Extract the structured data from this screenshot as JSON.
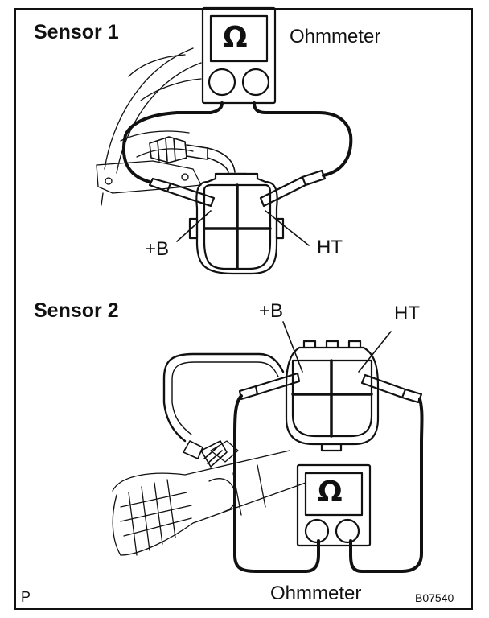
{
  "sensor1": {
    "title": "Sensor 1",
    "meter_label": "Ohmmeter",
    "meter_symbol": "Ω",
    "pin_left": "+B",
    "pin_right": "HT"
  },
  "sensor2": {
    "title": "Sensor 2",
    "meter_label": "Ohmmeter",
    "meter_symbol": "Ω",
    "pin_left": "+B",
    "pin_right": "HT"
  },
  "footer": {
    "corner_mark": "P",
    "figure_code": "B07540"
  },
  "colors": {
    "ink": "#111111",
    "paper": "#ffffff"
  }
}
